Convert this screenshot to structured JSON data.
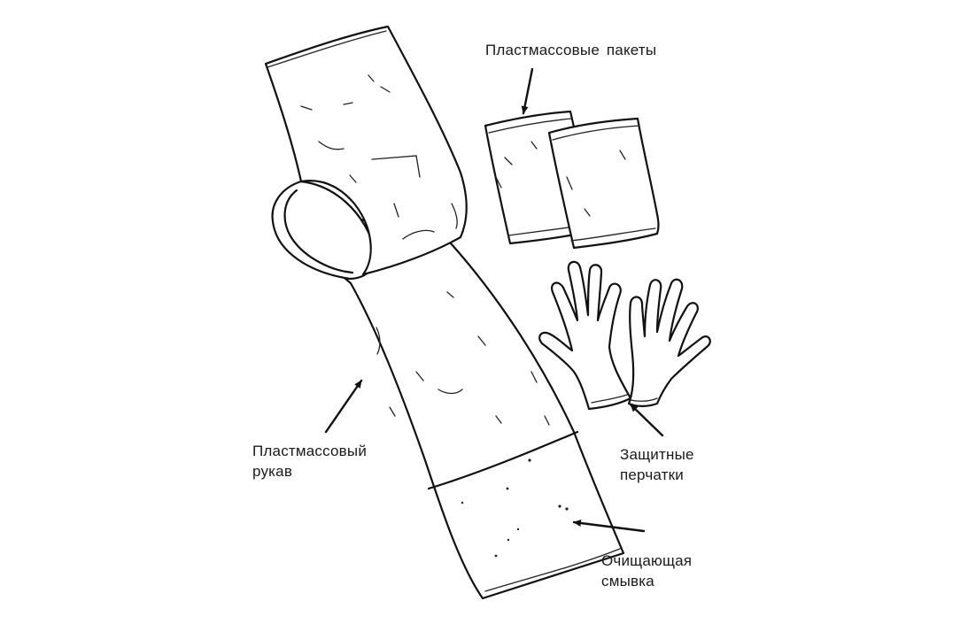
{
  "labels": {
    "plastic_bags": "Пластмассовые пакеты",
    "plastic_sleeve_line1": "Пластмассовый",
    "plastic_sleeve_line2": "рукав",
    "protective_gloves_line1": "Защитные",
    "protective_gloves_line2": "перчатки",
    "cleaning_wipe_line1": "Очищающая",
    "cleaning_wipe_line2": "смывка"
  },
  "colors": {
    "ink": "#111111",
    "background": "#ffffff"
  }
}
